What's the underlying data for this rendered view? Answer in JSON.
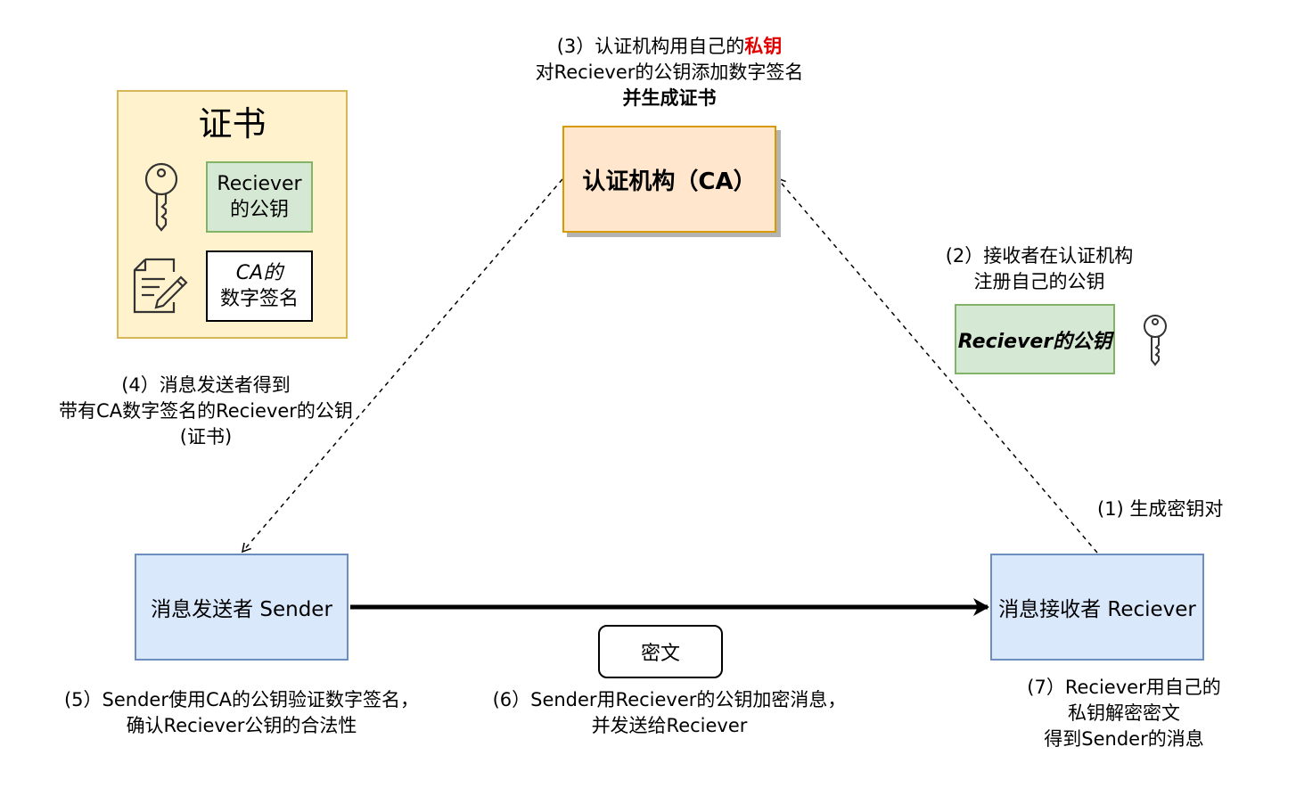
{
  "certificate": {
    "title": "证书",
    "pubkey_line1": "Reciever",
    "pubkey_line2": "的公钥",
    "signature_line1": "CA的",
    "signature_line2": "数字签名"
  },
  "nodes": {
    "ca": "认证机构（CA）",
    "sender": "消息发送者 Sender",
    "receiver": "消息接收者 Reciever",
    "ciphertext": "密文",
    "registered_key": "Reciever的公钥"
  },
  "steps": {
    "step1": "(1)   生成密钥对",
    "step2_line1": "(2）接收者在认证机构",
    "step2_line2": "注册自己的公钥",
    "step3_line1_prefix": "(3）认证机构用自己的",
    "step3_line1_highlight": "私钥",
    "step3_line2": "对Reciever的公钥添加数字签名",
    "step3_line3": "并生成证书",
    "step4_line1": "(4）消息发送者得到",
    "step4_line2": "带有CA数字签名的Reciever的公钥",
    "step4_line3": "(证书)",
    "step5_line1": "(5）Sender使用CA的公钥验证数字签名，",
    "step5_line2": "确认Reciever公钥的合法性",
    "step6_line1": "(6）Sender用Reciever的公钥加密消息，",
    "step6_line2": "并发送给Reciever",
    "step7_line1": "(7）Reciever用自己的",
    "step7_line2": "私钥解密密文",
    "step7_line3": "得到Sender的消息"
  },
  "icons": {
    "cert_key": "key-icon",
    "cert_doc": "signed-document-icon",
    "reg_key": "key-icon"
  },
  "colors": {
    "highlight": "#e00000",
    "cert_fill": "#fff2cc",
    "pubkey_fill": "#d5e8d4",
    "ca_fill": "#ffe6cc",
    "party_fill": "#dae8fc"
  }
}
